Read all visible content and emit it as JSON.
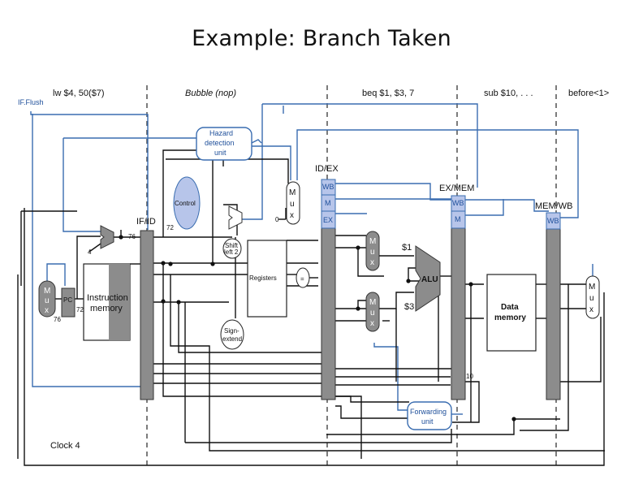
{
  "slide": {
    "title": "Example: Branch Taken"
  },
  "stages": {
    "if_instr": "lw $4, 50($7)",
    "id_instr": "Bubble (nop)",
    "ex_instr": "beq $1, $3, 7",
    "mem_instr": "sub $10, . . .",
    "wb_instr": "before<1>"
  },
  "signals": {
    "if_flush": "IF.Flush",
    "clock": "Clock 4",
    "zero": "0",
    "rs": "$1",
    "rt": "$3"
  },
  "pipeline_regs": {
    "if_id": "IF/ID",
    "id_ex": "ID/EX",
    "ex_mem": "EX/MEM",
    "mem_wb": "MEM/WB"
  },
  "reg_fields": {
    "wb": "WB",
    "m": "M",
    "ex": "EX"
  },
  "units": {
    "hazard": "Hazard detection unit",
    "control": "Control",
    "registers": "Registers",
    "alu": "ALU",
    "data_memory": "Data memory",
    "instruction_memory": "Instruction memory",
    "pc": "PC",
    "forwarding": "Forwarding unit",
    "shift_left": "Shift left 2",
    "sign_extend": "Sign-extend",
    "equal": "=",
    "mux_letters": [
      "M",
      "u",
      "x"
    ]
  },
  "values": {
    "pc_value": "76",
    "pc_out": "72",
    "adder_in": "4",
    "adder_out": "76",
    "ifid_value": "72",
    "exmem_value": "10"
  },
  "colors": {
    "control": "#b7c5ea",
    "control_stroke": "#3a6db0",
    "register": "#8c8c8c",
    "blue_wire": "#3a6db0"
  }
}
